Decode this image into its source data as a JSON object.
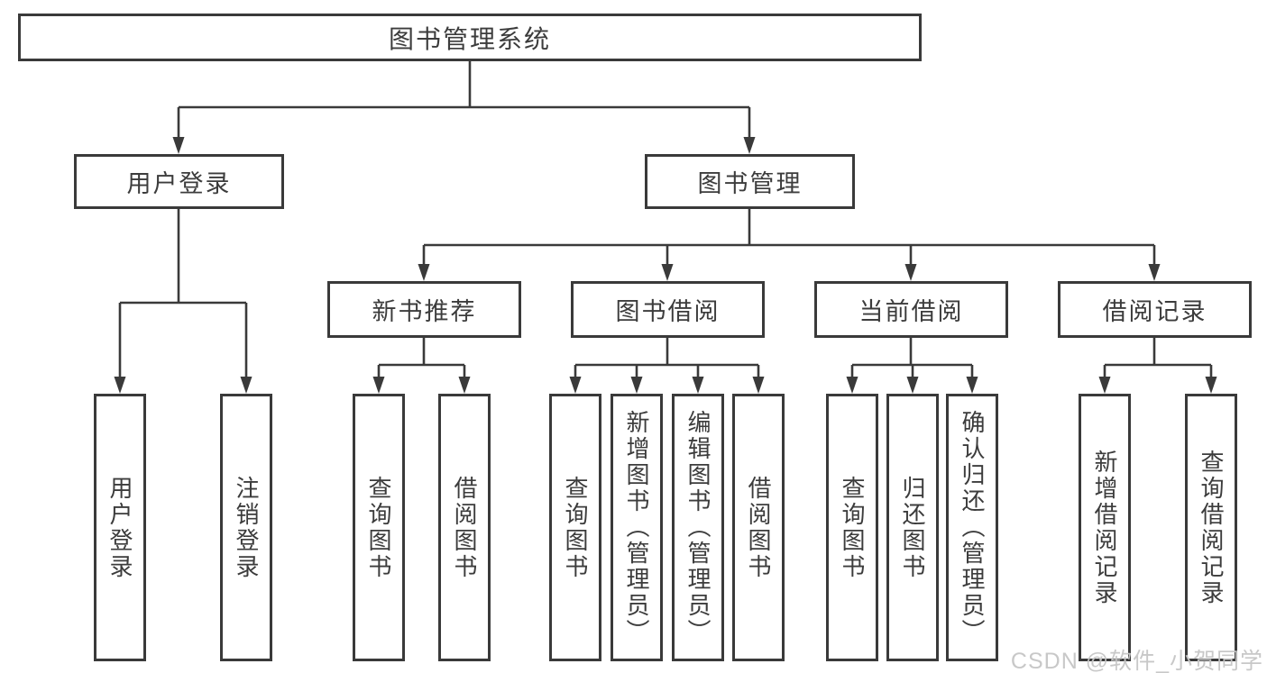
{
  "colors": {
    "line": "#3a3a3a",
    "box_border": "#3a3a3a",
    "text": "#3c3c3c",
    "background": "#ffffff",
    "watermark": "#c6c6c6"
  },
  "watermark": "CSDN @软件_小贺同学",
  "tree": {
    "root": {
      "label": "图书管理系统"
    },
    "branches": [
      {
        "label": "用户登录",
        "children": [
          {
            "label": "用户登录"
          },
          {
            "label": "注销登录"
          }
        ]
      },
      {
        "label": "图书管理",
        "children": [
          {
            "label": "新书推荐",
            "children": [
              {
                "label": "查询图书"
              },
              {
                "label": "借阅图书"
              }
            ]
          },
          {
            "label": "图书借阅",
            "children": [
              {
                "label": "查询图书"
              },
              {
                "label": "新增图书（管理员）"
              },
              {
                "label": "编辑图书（管理员）"
              },
              {
                "label": "借阅图书"
              }
            ]
          },
          {
            "label": "当前借阅",
            "children": [
              {
                "label": "查询图书"
              },
              {
                "label": "归还图书"
              },
              {
                "label": "确认归还（管理员）"
              }
            ]
          },
          {
            "label": "借阅记录",
            "children": [
              {
                "label": "新增借阅记录"
              },
              {
                "label": "查询借阅记录"
              }
            ]
          }
        ]
      }
    ]
  }
}
